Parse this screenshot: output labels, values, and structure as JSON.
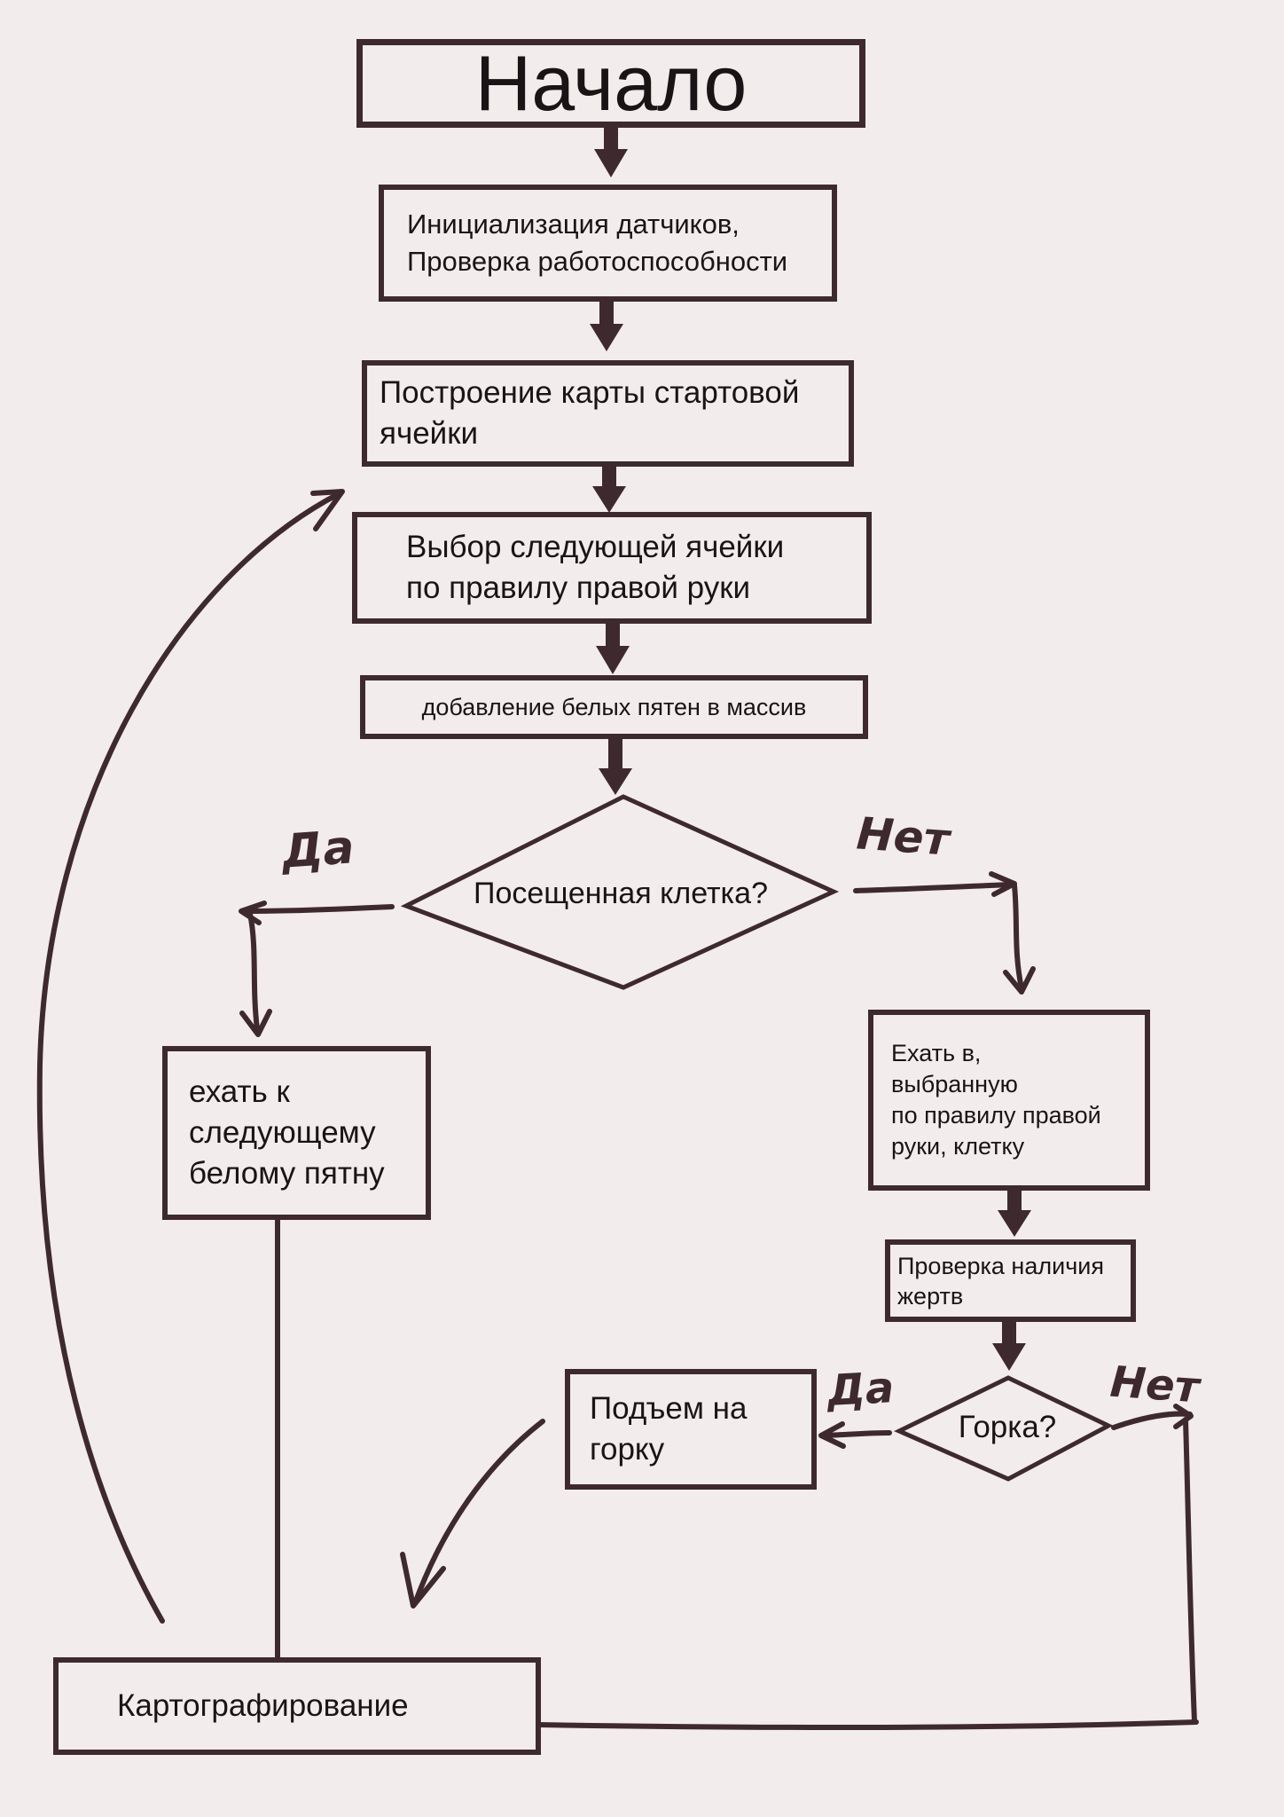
{
  "colors": {
    "background": "#f2eced",
    "stroke": "#3e2a2e",
    "text": "#1a1416"
  },
  "nodes": {
    "start": "Начало",
    "init": "Инициализация датчиков,\nПроверка работоспособности",
    "start_map": "Построение карты стартовой\nячейки",
    "choose_next": "Выбор следующей ячейки\nпо правилу правой руки",
    "add_white": "добавление белых пятен в массив",
    "visited_decision": "Посещенная клетка?",
    "go_white": "ехать к\nследующему\nбелому пятну",
    "go_chosen": "Ехать в,\nвыбранную\nпо правилу правой\nруки, клетку",
    "check_victims": "Проверка наличия\nжертв",
    "ramp_decision": "Горка?",
    "climb_ramp": "Подъем на\nгорку",
    "mapping": "Картографирование"
  },
  "labels": {
    "visited_yes": "Да",
    "visited_no": "Нет",
    "ramp_yes": "Да",
    "ramp_no": "Нет"
  }
}
